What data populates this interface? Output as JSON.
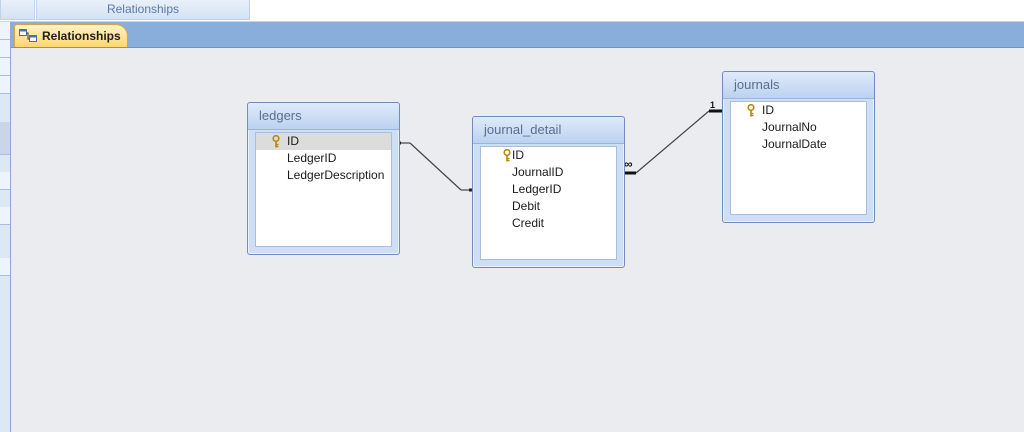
{
  "topbar": {
    "tab_label": "Relationships"
  },
  "document_tab": {
    "label": "Relationships",
    "icon": "relationships-icon"
  },
  "tables": {
    "ledgers": {
      "name": "ledgers",
      "fields": [
        "ID",
        "LedgerID",
        "LedgerDescription"
      ],
      "primary_key": "ID"
    },
    "journal_detail": {
      "name": "journal_detail",
      "fields": [
        "ID",
        "JournalID",
        "LedgerID",
        "Debit",
        "Credit"
      ],
      "primary_key": "ID"
    },
    "journals": {
      "name": "journals",
      "fields": [
        "ID",
        "JournalNo",
        "JournalDate"
      ],
      "primary_key": "ID"
    }
  },
  "relationships": {
    "journals_to_detail": {
      "one_label": "1",
      "many_label": "∞"
    }
  },
  "colors": {
    "tab_active": "#ffd572",
    "tabbar": "#89aedb",
    "canvas": "#eaecef",
    "table_frame": "#cddff5"
  }
}
